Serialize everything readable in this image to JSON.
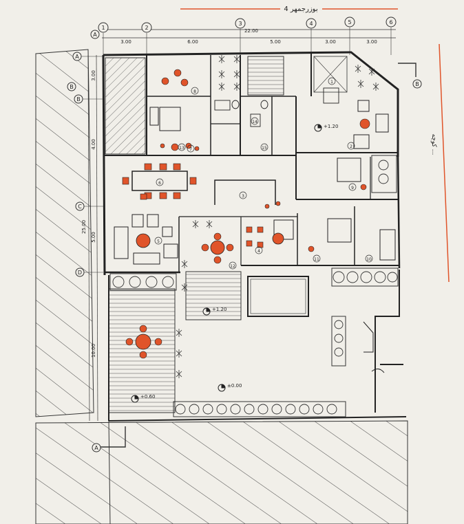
{
  "title_top": "بوزرجمهر 4",
  "title_side": "کوچه ...",
  "grid": {
    "top": [
      "1",
      "2",
      "3",
      "4",
      "5",
      "6"
    ],
    "left": [
      "A",
      "B",
      "B",
      "C",
      "D"
    ],
    "right": [
      "B"
    ],
    "bottom": [
      "A"
    ]
  },
  "dimensions": {
    "top_total": "22.00",
    "top_spans": [
      "3.00",
      "6.00",
      "5.00",
      "3.00",
      "3.00"
    ],
    "left_spans": [
      "3.00",
      "4.00",
      "5.00",
      "10.00"
    ],
    "left_total": "25.00"
  },
  "room_numbers": [
    "1",
    "2",
    "3",
    "4",
    "5",
    "6",
    "7",
    "8",
    "9",
    "10",
    "11",
    "12",
    "13",
    "14",
    "15"
  ],
  "levels": {
    "upper_right": "+1.20",
    "courtyard": "+1.20",
    "yard": "±0.00",
    "terrace": "+0.60"
  },
  "colors": {
    "ink": "#2a2a2a",
    "accent": "#e0542a",
    "paper": "#f1efe9",
    "hatch": "#555555"
  }
}
